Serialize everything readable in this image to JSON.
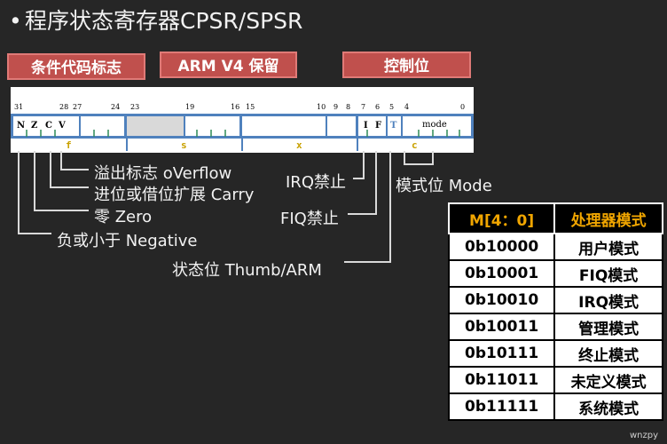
{
  "title": "程序状态寄存器CPSR/SPSR",
  "headers": {
    "flags": "条件代码标志",
    "reserved": "ARM V4 保留",
    "control": "控制位"
  },
  "bit_numbers": {
    "b31": "31",
    "b28": "28",
    "b27": "27",
    "b24": "24",
    "b23": "23",
    "b19": "19",
    "b16": "16",
    "b15": "15",
    "b10": "10",
    "b9": "9",
    "b8": "8",
    "b7": "7",
    "b6": "6",
    "b5": "5",
    "b4": "4",
    "b0": "0"
  },
  "flags": {
    "n": "N",
    "z": "Z",
    "c": "C",
    "v": "V",
    "i": "I",
    "f": "F",
    "t": "T",
    "mode": "mode"
  },
  "fields": {
    "f": "f",
    "s": "s",
    "x": "x",
    "c": "c"
  },
  "labels": {
    "overflow": "溢出标志 oVerflow",
    "carry": "进位或借位扩展 Carry",
    "zero": "零 Zero",
    "negative": "负或小于  Negative",
    "irq": "IRQ禁止",
    "fiq": "FIQ禁止",
    "mode": "模式位 Mode",
    "thumb": "状态位 Thumb/ARM"
  },
  "mode_table": {
    "header": [
      "M[4：0]",
      "处理器模式"
    ],
    "rows": [
      [
        "0b10000",
        "用户模式"
      ],
      [
        "0b10001",
        "FIQ模式"
      ],
      [
        "0b10010",
        "IRQ模式"
      ],
      [
        "0b10011",
        "管理模式"
      ],
      [
        "0b10111",
        "终止模式"
      ],
      [
        "0b11011",
        "未定义模式"
      ],
      [
        "0b11111",
        "系统模式"
      ]
    ]
  },
  "watermark": "wnzpy",
  "colors": {
    "background": "#262626",
    "header_red": "#c0504d",
    "register_border": "#4f81bd",
    "field_text": "#c9a100",
    "table_header_text": "#f0a500"
  }
}
